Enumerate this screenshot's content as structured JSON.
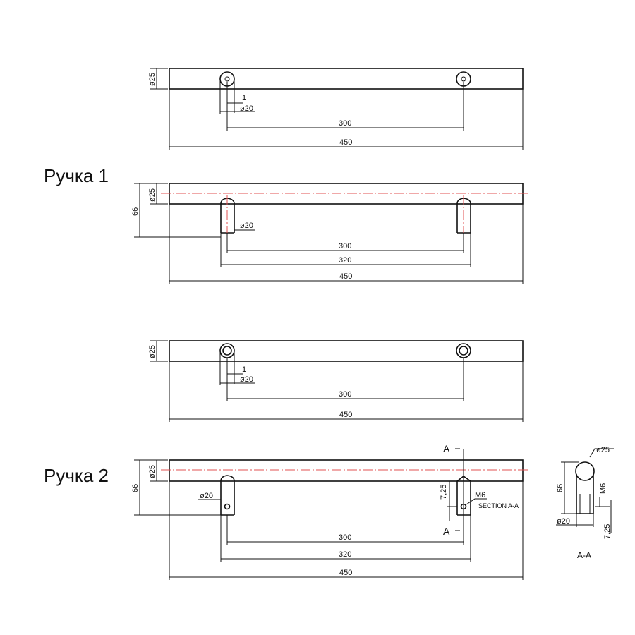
{
  "labels": {
    "handle1": "Ручка 1",
    "handle2": "Ручка 2"
  },
  "dims": {
    "d25": "ø25",
    "d20": "ø20",
    "one": "1",
    "len300": "300",
    "len320": "320",
    "len450": "450",
    "h66": "66",
    "h725": "7,25",
    "m6": "M6",
    "section_marker": "A",
    "section_note": "SECTION A-A",
    "section_title": "A-A"
  },
  "colors": {
    "line": "#111111",
    "centerline": "#e05050"
  }
}
